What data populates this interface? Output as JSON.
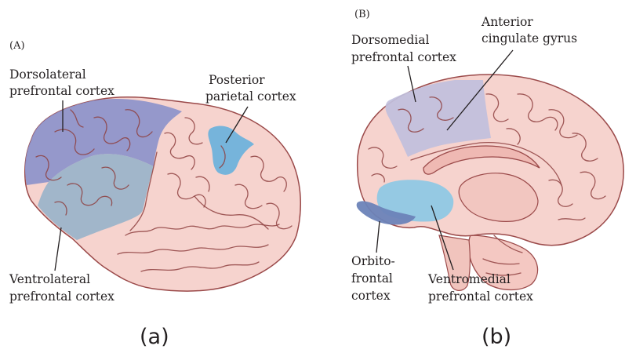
{
  "panel_a": {
    "tag": "(A)",
    "caption": "(a)",
    "dlpfc": [
      "Dorsolateral",
      "prefrontal cortex"
    ],
    "ppc": [
      "Posterior",
      "parietal cortex"
    ],
    "vlpfc": [
      "Ventrolateral",
      "prefrontal cortex"
    ]
  },
  "panel_b": {
    "tag": "(B)",
    "caption": "(b)",
    "dmpfc": [
      "Dorsomedial",
      "prefrontal cortex"
    ],
    "acc": [
      "Anterior",
      "cingulate gyrus"
    ],
    "ofc": [
      "Orbito-",
      "frontal",
      "cortex"
    ],
    "vmpfc": [
      "Ventromedial",
      "prefrontal cortex"
    ]
  },
  "colors": {
    "brain": "#f6d3ce",
    "brain_outline": "#9b4a4a",
    "dorsal_region": "#8c93cb",
    "ventrolateral_region": "#9cb4c9",
    "parietal_region": "#6fb2db",
    "dorsomedial_region": "#c1bfdd",
    "ventromedial_region": "#8fc8e4",
    "orbitofrontal_region": "#6b83b8"
  }
}
